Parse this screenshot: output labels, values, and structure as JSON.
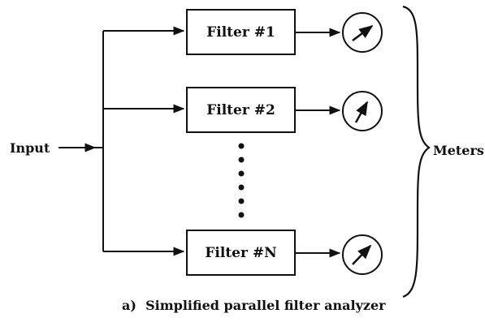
{
  "diagram": {
    "input_label": "Input",
    "meters_label": "Meters",
    "caption": "a)  Simplified parallel filter analyzer",
    "filters": [
      {
        "label": "Filter #1"
      },
      {
        "label": "Filter #2"
      },
      {
        "label": "Filter #N"
      }
    ],
    "ellipsis_dot_count": 6,
    "meter_count": 3
  },
  "colors": {
    "ink": "#111111",
    "background": "#ffffff"
  }
}
